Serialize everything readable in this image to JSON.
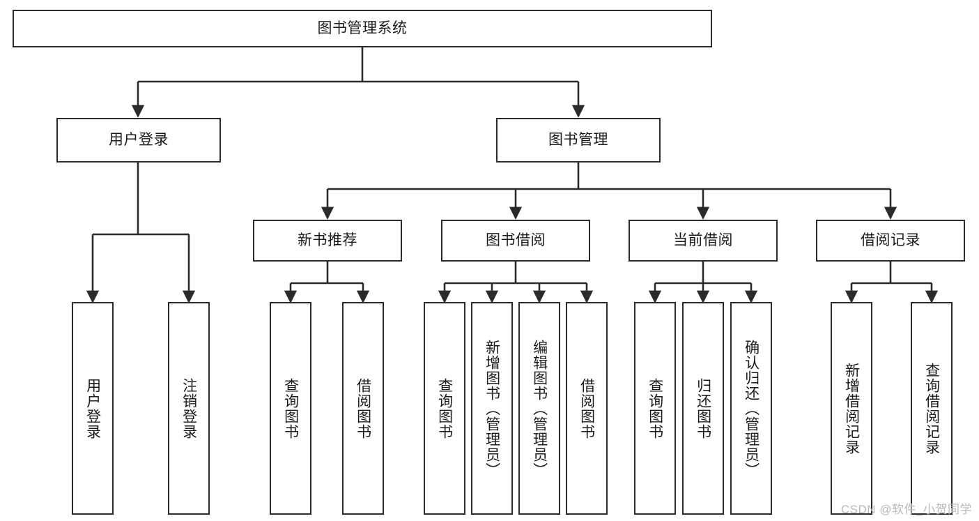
{
  "diagram": {
    "title": "图书管理系统",
    "type": "tree",
    "colors": {
      "box_border": "#2b2b2b",
      "box_fill": "#ffffff",
      "connector": "#2b2b2b",
      "text": "#1b1b1b",
      "watermark": "#b9b9b9"
    },
    "root": {
      "label": "图书管理系统"
    },
    "level2": [
      {
        "label": "用户登录"
      },
      {
        "label": "图书管理"
      }
    ],
    "level3": [
      {
        "label": "新书推荐"
      },
      {
        "label": "图书借阅"
      },
      {
        "label": "当前借阅"
      },
      {
        "label": "借阅记录"
      }
    ],
    "leaves": {
      "user_login": [
        {
          "label": "用户登录"
        },
        {
          "label": "注销登录"
        }
      ],
      "new_book": [
        {
          "label": "查询图书"
        },
        {
          "label": "借阅图书"
        }
      ],
      "book_borrow": [
        {
          "label": "查询图书"
        },
        {
          "label": "新增图书（管理员）"
        },
        {
          "label": "编辑图书（管理员）"
        },
        {
          "label": "借阅图书"
        }
      ],
      "current_borrow": [
        {
          "label": "查询图书"
        },
        {
          "label": "归还图书"
        },
        {
          "label": "确认归还（管理员）"
        }
      ],
      "borrow_record": [
        {
          "label": "新增借阅记录"
        },
        {
          "label": "查询借阅记录"
        }
      ]
    }
  },
  "watermark": {
    "text": "CSDN @软件_小贺同学"
  }
}
